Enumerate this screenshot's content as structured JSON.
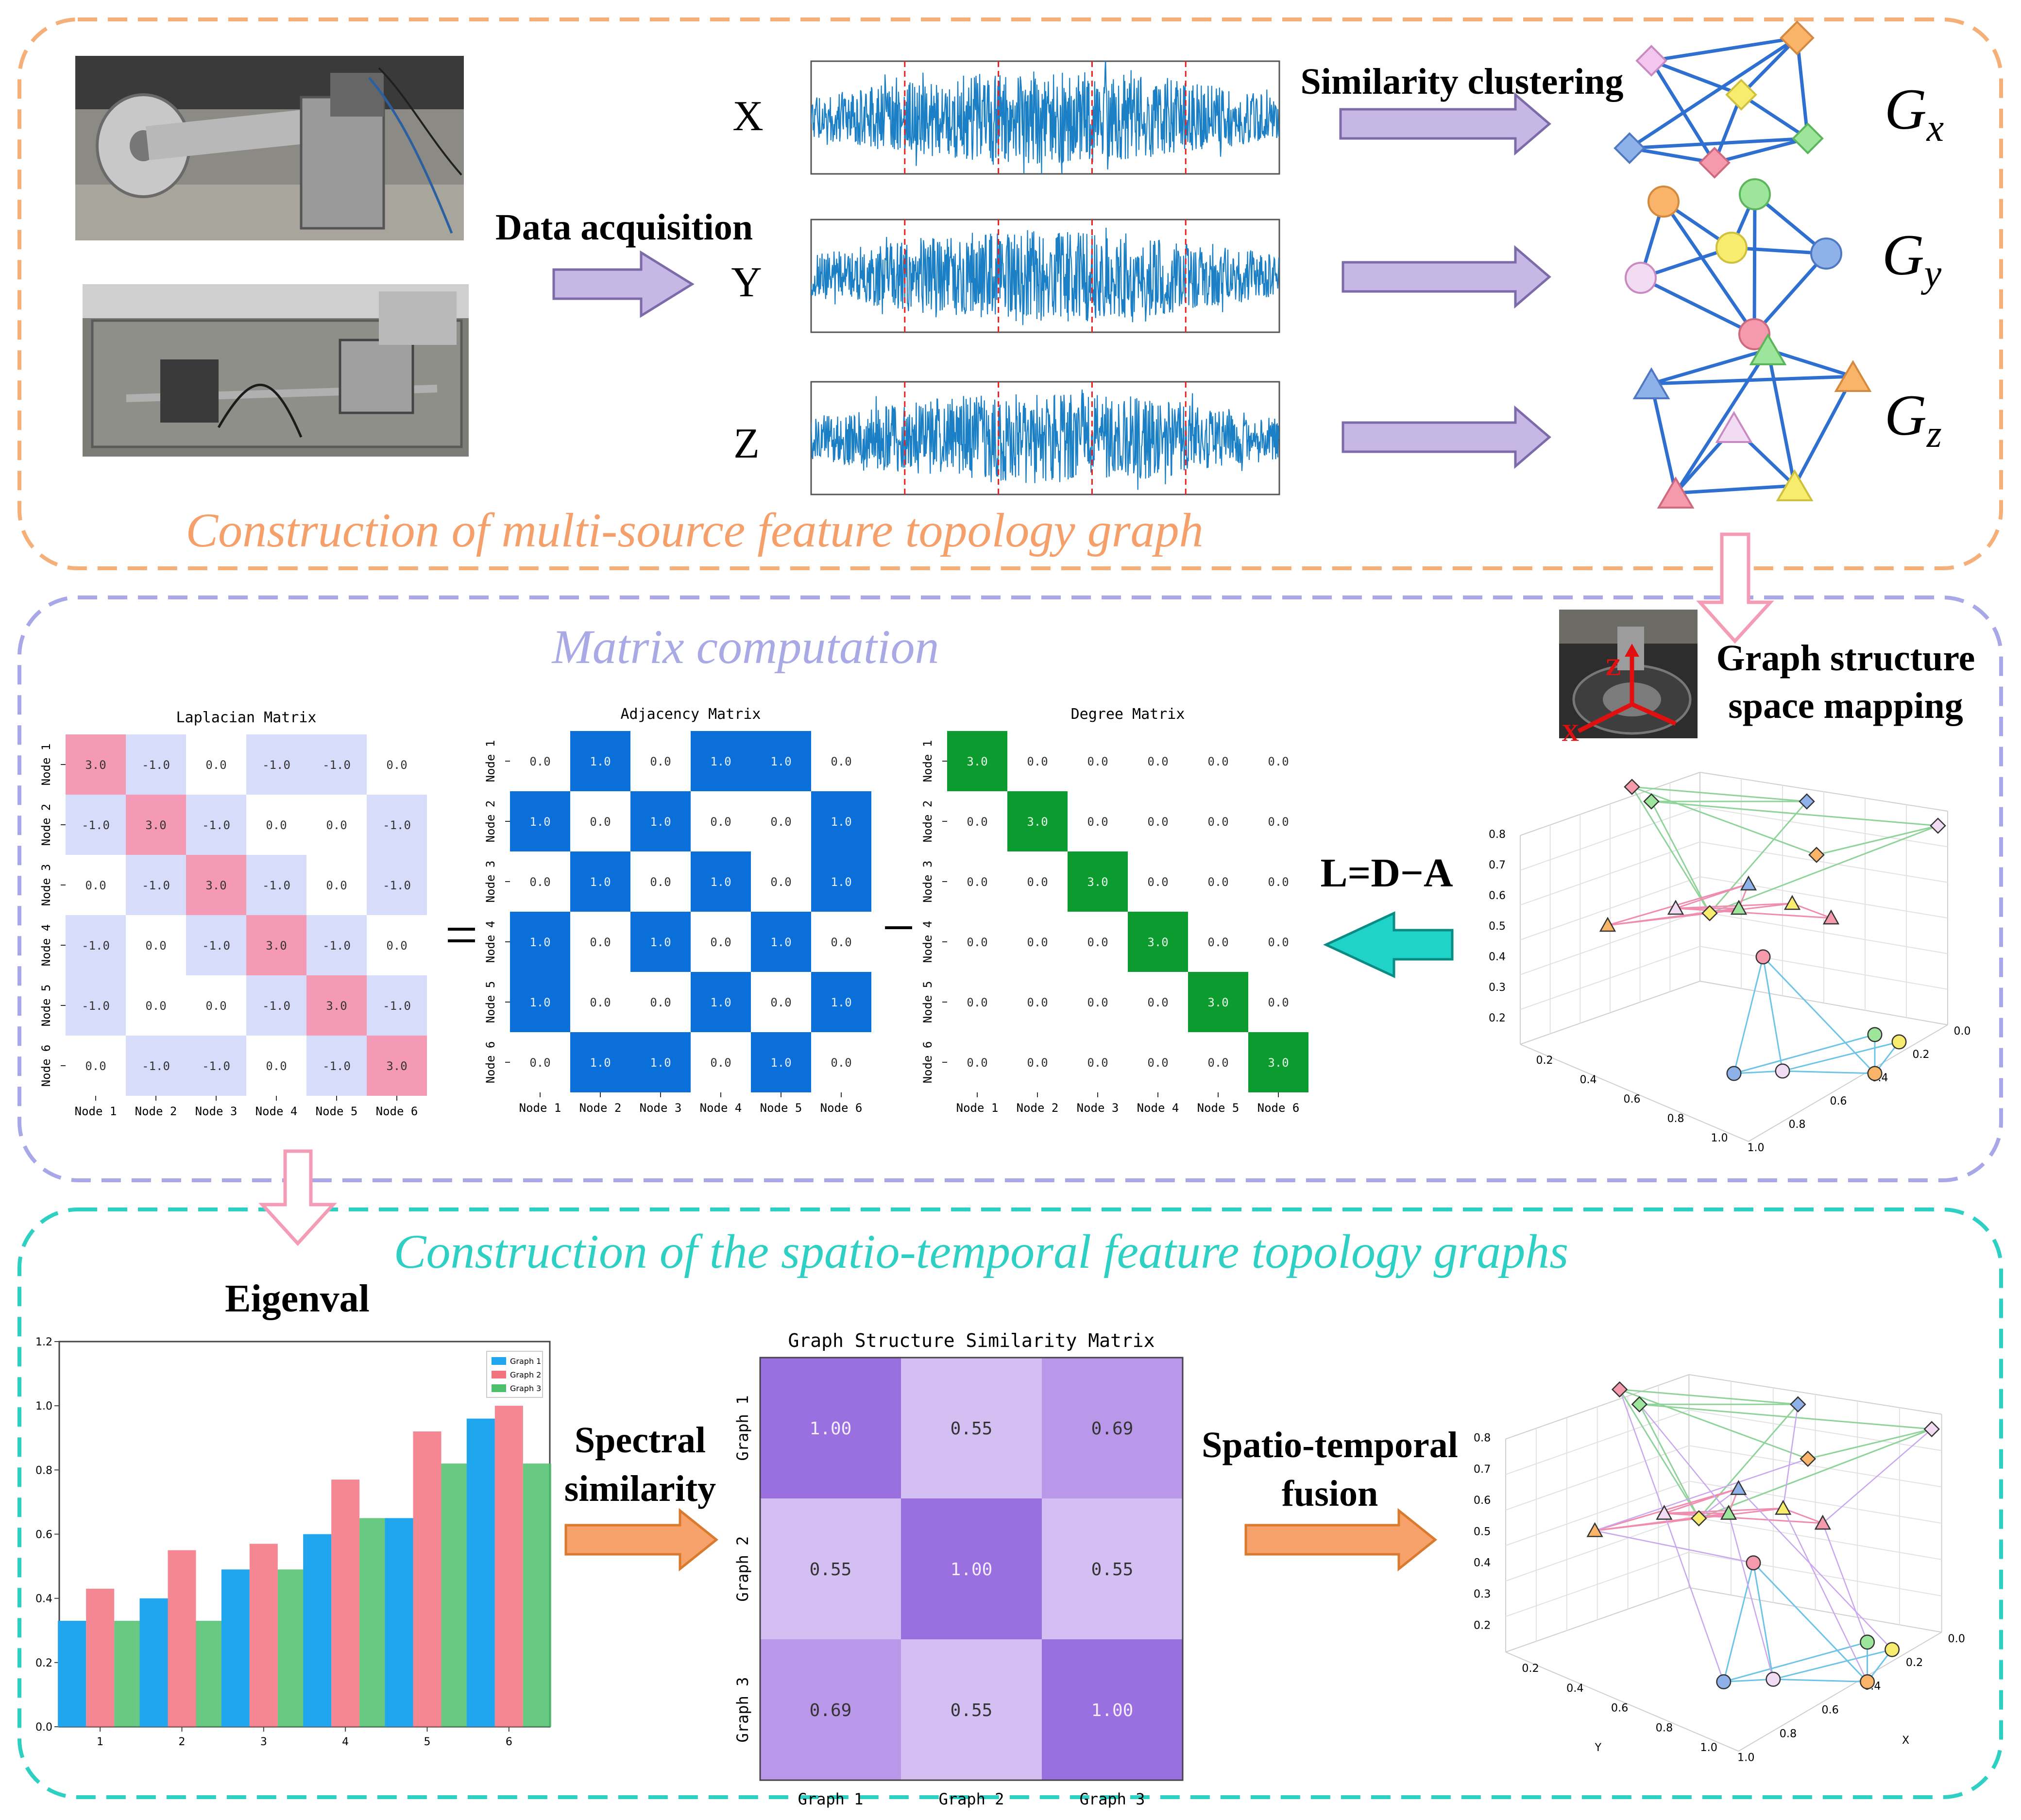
{
  "sections": {
    "top_title": "Construction of multi-source feature topology graph",
    "middle_title": "Matrix computation",
    "bottom_title": "Construction of the spatio-temporal feature topology graphs"
  },
  "labels": {
    "data_acquisition": "Data acquisition",
    "similarity_clustering": "Similarity clustering",
    "graph_mapping_line1": "Graph structure",
    "graph_mapping_line2": "space mapping",
    "ldaeq": "L=D−A",
    "equals": "=",
    "minus": "−",
    "eigenval": "Eigenval",
    "spectral_line1": "Spectral",
    "spectral_line2": "similarity",
    "fusion_line1": "Spatio-temporal",
    "fusion_line2": "fusion"
  },
  "axes_signals": [
    "X",
    "Y",
    "Z"
  ],
  "graph_labels": [
    {
      "base": "G",
      "sub": "x"
    },
    {
      "base": "G",
      "sub": "y"
    },
    {
      "base": "G",
      "sub": "z"
    }
  ],
  "colors": {
    "top_border": "#f5b07a",
    "top_title": "#f5a06a",
    "mid_border": "#a8a8e8",
    "mid_title": "#a9a9e6",
    "bottom_border": "#2fd0c4",
    "bottom_title": "#2fd0c4",
    "signal": "#1a7fc4",
    "graph_edge": "#2f6fd0",
    "purple_arrow": "#c7b7e4",
    "cyan_arrow": "#1fd3c8",
    "orange_arrow": "#f7a26a",
    "pink_arrow": "#f49cb6",
    "lap_diag": "#f59ab5",
    "lap_off": "#d8dcfb",
    "adj_one": "#0a6fd8",
    "deg_diag": "#0b9b2e",
    "sim_diag": "#9a6fe0",
    "sim_mid": "#b998ea",
    "sim_low": "#d4bff3"
  },
  "matrices": {
    "node_labels": [
      "Node 1",
      "Node 2",
      "Node 3",
      "Node 4",
      "Node 5",
      "Node 6"
    ],
    "laplacian": {
      "title": "Laplacian Matrix",
      "values": [
        [
          "3.0",
          "-1.0",
          "0.0",
          "-1.0",
          "-1.0",
          "0.0"
        ],
        [
          "-1.0",
          "3.0",
          "-1.0",
          "0.0",
          "0.0",
          "-1.0"
        ],
        [
          "0.0",
          "-1.0",
          "3.0",
          "-1.0",
          "0.0",
          "-1.0"
        ],
        [
          "-1.0",
          "0.0",
          "-1.0",
          "3.0",
          "-1.0",
          "0.0"
        ],
        [
          "-1.0",
          "0.0",
          "0.0",
          "-1.0",
          "3.0",
          "-1.0"
        ],
        [
          "0.0",
          "-1.0",
          "-1.0",
          "0.0",
          "-1.0",
          "3.0"
        ]
      ]
    },
    "adjacency": {
      "title": "Adjacency Matrix",
      "values": [
        [
          "0.0",
          "1.0",
          "0.0",
          "1.0",
          "1.0",
          "0.0"
        ],
        [
          "1.0",
          "0.0",
          "1.0",
          "0.0",
          "0.0",
          "1.0"
        ],
        [
          "0.0",
          "1.0",
          "0.0",
          "1.0",
          "0.0",
          "1.0"
        ],
        [
          "1.0",
          "0.0",
          "1.0",
          "0.0",
          "1.0",
          "0.0"
        ],
        [
          "1.0",
          "0.0",
          "0.0",
          "1.0",
          "0.0",
          "1.0"
        ],
        [
          "0.0",
          "1.0",
          "1.0",
          "0.0",
          "1.0",
          "0.0"
        ]
      ]
    },
    "degree": {
      "title": "Degree Matrix",
      "values": [
        [
          "3.0",
          "0.0",
          "0.0",
          "0.0",
          "0.0",
          "0.0"
        ],
        [
          "0.0",
          "3.0",
          "0.0",
          "0.0",
          "0.0",
          "0.0"
        ],
        [
          "0.0",
          "0.0",
          "3.0",
          "0.0",
          "0.0",
          "0.0"
        ],
        [
          "0.0",
          "0.0",
          "0.0",
          "3.0",
          "0.0",
          "0.0"
        ],
        [
          "0.0",
          "0.0",
          "0.0",
          "0.0",
          "3.0",
          "0.0"
        ],
        [
          "0.0",
          "0.0",
          "0.0",
          "0.0",
          "0.0",
          "3.0"
        ]
      ]
    }
  },
  "chart_data": [
    {
      "type": "bar",
      "title": "",
      "categories": [
        "1",
        "2",
        "3",
        "4",
        "5",
        "6"
      ],
      "series": [
        {
          "name": "Graph 1",
          "color": "#1fa6ee",
          "values": [
            0.33,
            0.4,
            0.49,
            0.6,
            0.65,
            0.96
          ]
        },
        {
          "name": "Graph 2",
          "color": "#f2727f",
          "values": [
            0.43,
            0.55,
            0.57,
            0.77,
            0.92,
            1.0
          ]
        },
        {
          "name": "Graph 3",
          "color": "#4dbf6c",
          "values": [
            0.33,
            0.33,
            0.49,
            0.65,
            0.82,
            0.82
          ]
        }
      ],
      "ylim": [
        0,
        1.2
      ],
      "yticks": [
        "0.0",
        "0.2",
        "0.4",
        "0.6",
        "0.8",
        "1.0",
        "1.2"
      ],
      "legend": "top-right"
    },
    {
      "type": "heatmap",
      "title": "Graph Structure Similarity Matrix",
      "x": [
        "Graph 1",
        "Graph 2",
        "Graph 3"
      ],
      "y": [
        "Graph 1",
        "Graph 2",
        "Graph 3"
      ],
      "values": [
        [
          "1.00",
          "0.55",
          "0.69"
        ],
        [
          "0.55",
          "1.00",
          "0.55"
        ],
        [
          "0.69",
          "0.55",
          "1.00"
        ]
      ]
    }
  ],
  "scatter3d": {
    "z_ticks": [
      "0.8",
      "0.7",
      "0.6",
      "0.5",
      "0.4",
      "0.3",
      "0.2"
    ],
    "x_ticks": [
      "0.0",
      "0.2",
      "0.4",
      "0.6",
      "0.8",
      "1.0"
    ],
    "y_ticks": [
      "0.2",
      "0.4",
      "0.6",
      "0.8",
      "1.0"
    ],
    "axis_x": "X",
    "axis_y": "Y"
  }
}
